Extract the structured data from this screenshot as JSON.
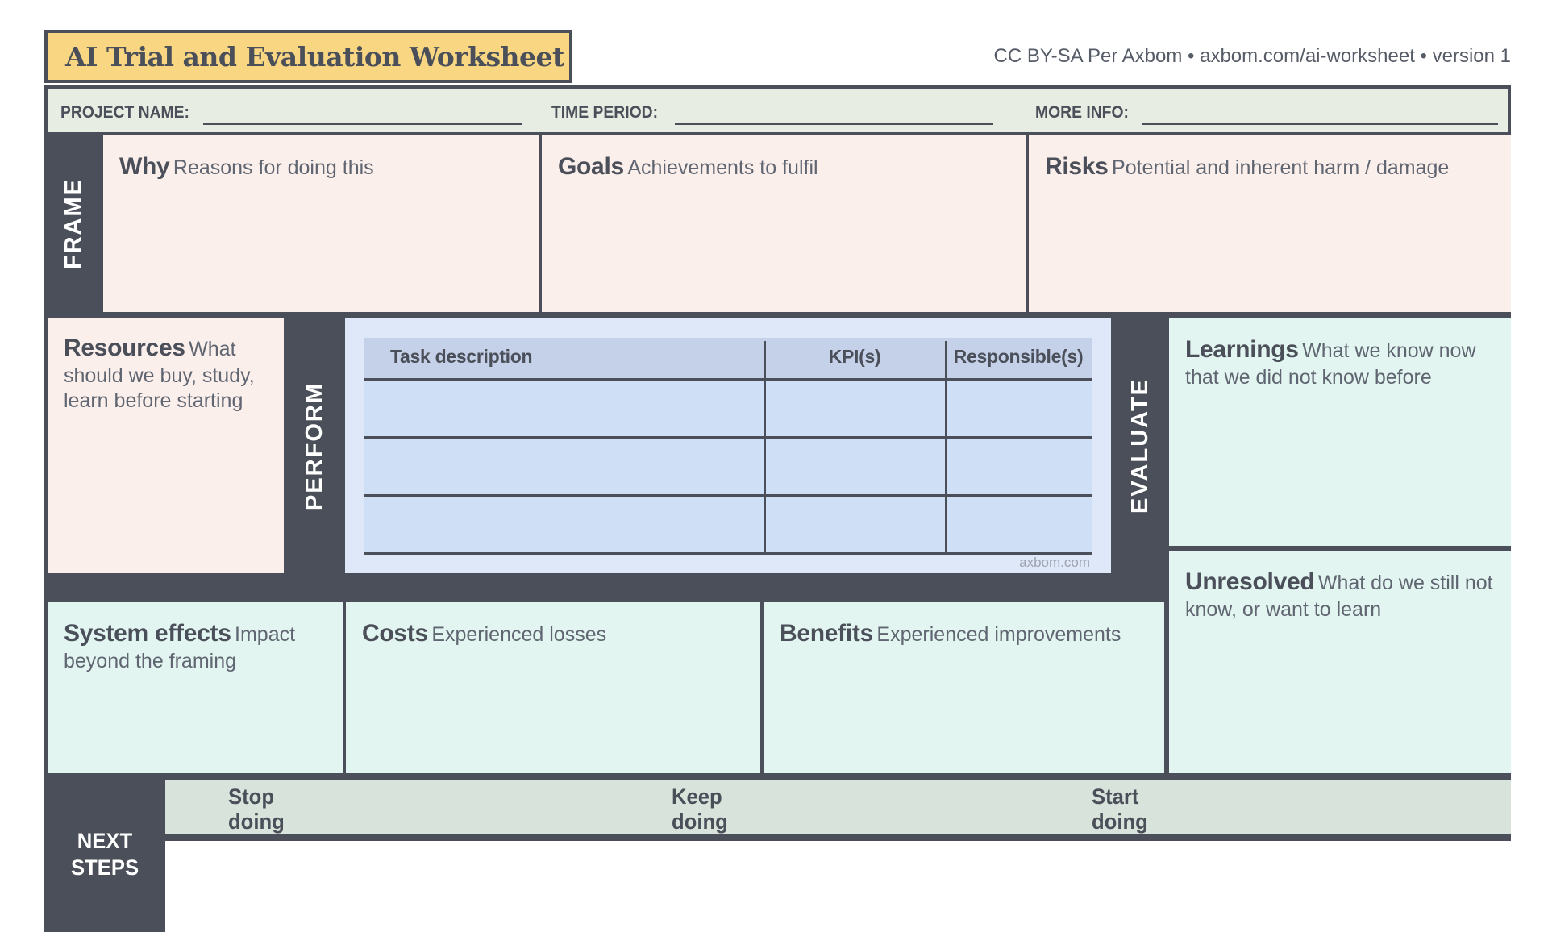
{
  "title": "AI Trial and Evaluation Worksheet",
  "credit": "CC BY-SA Per Axbom • axbom.com/ai-worksheet • version 1",
  "header_fields": {
    "project_label": "PROJECT NAME:",
    "time_label": "TIME PERIOD:",
    "more_label": "MORE INFO:"
  },
  "bars": {
    "frame": "FRAME",
    "perform": "PERFORM",
    "evaluate": "EVALUATE",
    "next_steps": "NEXT STEPS"
  },
  "panels": {
    "why": {
      "title": "Why",
      "desc": "Reasons for doing this"
    },
    "goals": {
      "title": "Goals",
      "desc": "Achievements to fulfil"
    },
    "risks": {
      "title": "Risks",
      "desc": "Potential and inherent harm / damage"
    },
    "resources": {
      "title": "Resources",
      "desc": "What should we buy, study, learn before starting"
    },
    "learnings": {
      "title": "Learnings",
      "desc": "What we know now that we did not know before"
    },
    "unresolved": {
      "title": "Unresolved",
      "desc": "What do we still not know, or want to learn"
    },
    "system_effects": {
      "title": "System effects",
      "desc": "Impact beyond the framing"
    },
    "costs": {
      "title": "Costs",
      "desc": "Experienced losses"
    },
    "benefits": {
      "title": "Benefits",
      "desc": "Experienced improvements"
    }
  },
  "table": {
    "headers": [
      "Task description",
      "KPI(s)",
      "Responsible(s)"
    ],
    "empty_rows": 3,
    "watermark": "axbom.com"
  },
  "footer": {
    "items": [
      "Stop doing",
      "Keep doing",
      "Start doing"
    ]
  },
  "colors": {
    "accent_dark": "#4A4F59",
    "title_yellow": "#F9D782",
    "frame_pink": "#FBEFEB",
    "evaluate_mint": "#E3F5F0",
    "header_green": "#E7EDE2",
    "footer_green": "#D8E4DB",
    "table_blue": "#DFE8F9",
    "table_header_blue": "#C5D1E9",
    "table_row_blue": "#CFDFF6"
  }
}
